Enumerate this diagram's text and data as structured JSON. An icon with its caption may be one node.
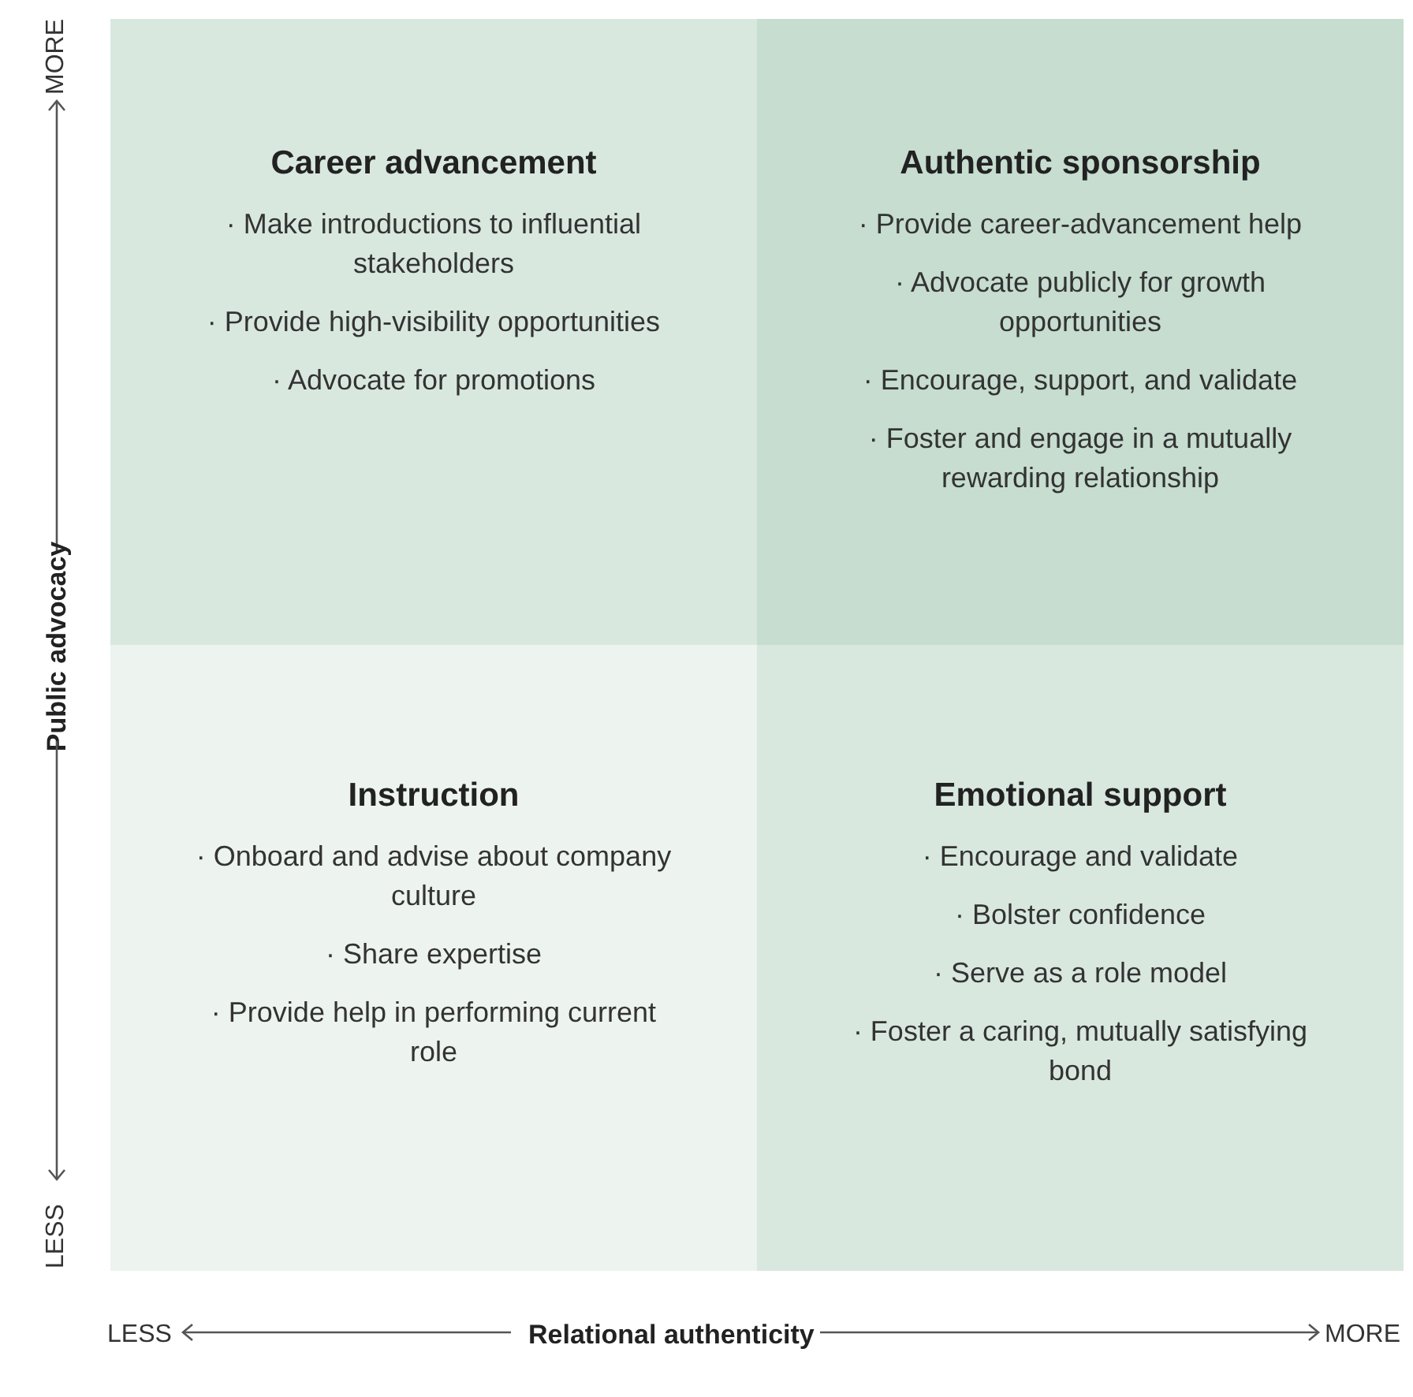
{
  "diagram": {
    "nodes": [
      {
        "text": [
          "Career advancement",
          "· Make introductions to influential stakeholders",
          "· Provide high-visibility opportunities",
          "· Advocate for promotions"
        ]
      },
      {
        "text": [
          "Authentic sponsorship",
          "· Provide career-advancement help",
          "· Advocate publicly for growth opportunities",
          "· Encourage, support, and validate",
          "· Foster and engage in a mutually rewarding relationship"
        ]
      },
      {
        "text": [
          "Instruction",
          "· Onboard and advise about company culture",
          "· Share expertise",
          "· Provide help in performing current role"
        ]
      },
      {
        "text": [
          "Emotional support",
          "· Encourage and validate",
          "· Bolster confidence",
          "· Serve as a role model",
          "· Foster a caring, mutually satisfying bond"
        ]
      }
    ],
    "labels": [
      "MORE",
      "Public advocacy",
      "LESS",
      "LESS",
      "Relational authenticity",
      "MORE"
    ]
  }
}
